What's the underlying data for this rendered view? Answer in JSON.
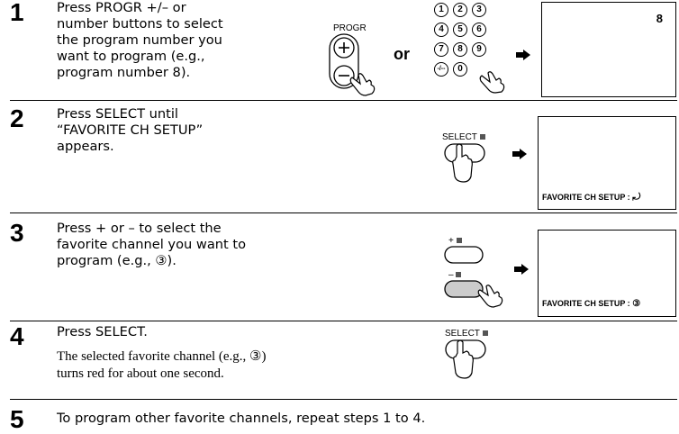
{
  "steps": [
    {
      "number": "1",
      "text": "Press PROGR +/– or number buttons to select the program number you want to program (e.g., program number 8).",
      "lines": [
        "Press PROGR +/– or",
        "number buttons to select",
        "the program number you",
        "want to program (e.g.,",
        "program number 8)."
      ]
    },
    {
      "number": "2",
      "lines": [
        "Press SELECT until",
        "“FAVORITE CH SETUP”",
        "appears."
      ]
    },
    {
      "number": "3",
      "lines": [
        "Press + or – to select the",
        "favorite channel you want to",
        "program (e.g., ③)."
      ]
    },
    {
      "number": "4",
      "lines": [
        "Press SELECT."
      ],
      "note_lines": [
        "The selected favorite channel (e.g., ③)",
        "turns red for about one second."
      ]
    },
    {
      "number": "5",
      "lines": [
        "To program other favorite channels, repeat steps 1 to 4."
      ]
    }
  ],
  "labels": {
    "progr": "PROGR",
    "plus": "+",
    "minus": "–",
    "or": "or",
    "select": "SELECT",
    "plus_btn": "+",
    "minus_btn": "–"
  },
  "keypad": [
    "1",
    "2",
    "3",
    "4",
    "5",
    "6",
    "7",
    "8",
    "9",
    "-/--",
    "0"
  ],
  "screens": {
    "s1_channel": "8",
    "s2_osd": "FAVORITE CH SETUP :",
    "s3_osd": "FAVORITE CH SETUP :",
    "s3_value": "③"
  },
  "icons": [
    "hand-pointer-icon",
    "right-arrow-icon",
    "return-arrow-icon",
    "square-indicator-icon"
  ]
}
